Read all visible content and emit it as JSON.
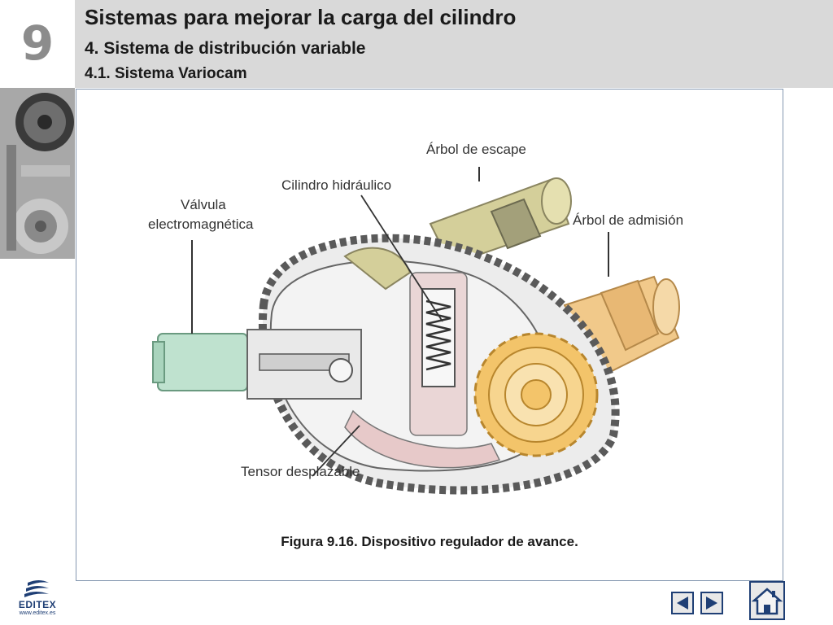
{
  "header": {
    "chapter_number": "9",
    "title": "Sistemas para mejorar la carga del cilindro",
    "section": "4. Sistema de distribución variable",
    "subsection": "4.1. Sistema Variocam"
  },
  "figure": {
    "labels": {
      "exhaust_cam": "Árbol de escape",
      "hydraulic_cylinder": "Cilindro hidráulico",
      "valve_line1": "Válvula",
      "valve_line2": "electromagnética",
      "intake_cam": "Árbol de admisión",
      "tensioner": "Tensor desplazable"
    },
    "caption": "Figura 9.16. Dispositivo regulador de avance."
  },
  "footer": {
    "logo_text": "EDITEX",
    "logo_url": "www.editex.es"
  },
  "nav": {
    "prev_icon": "triangle-left-icon",
    "next_icon": "triangle-right-icon",
    "home_icon": "house-icon"
  }
}
